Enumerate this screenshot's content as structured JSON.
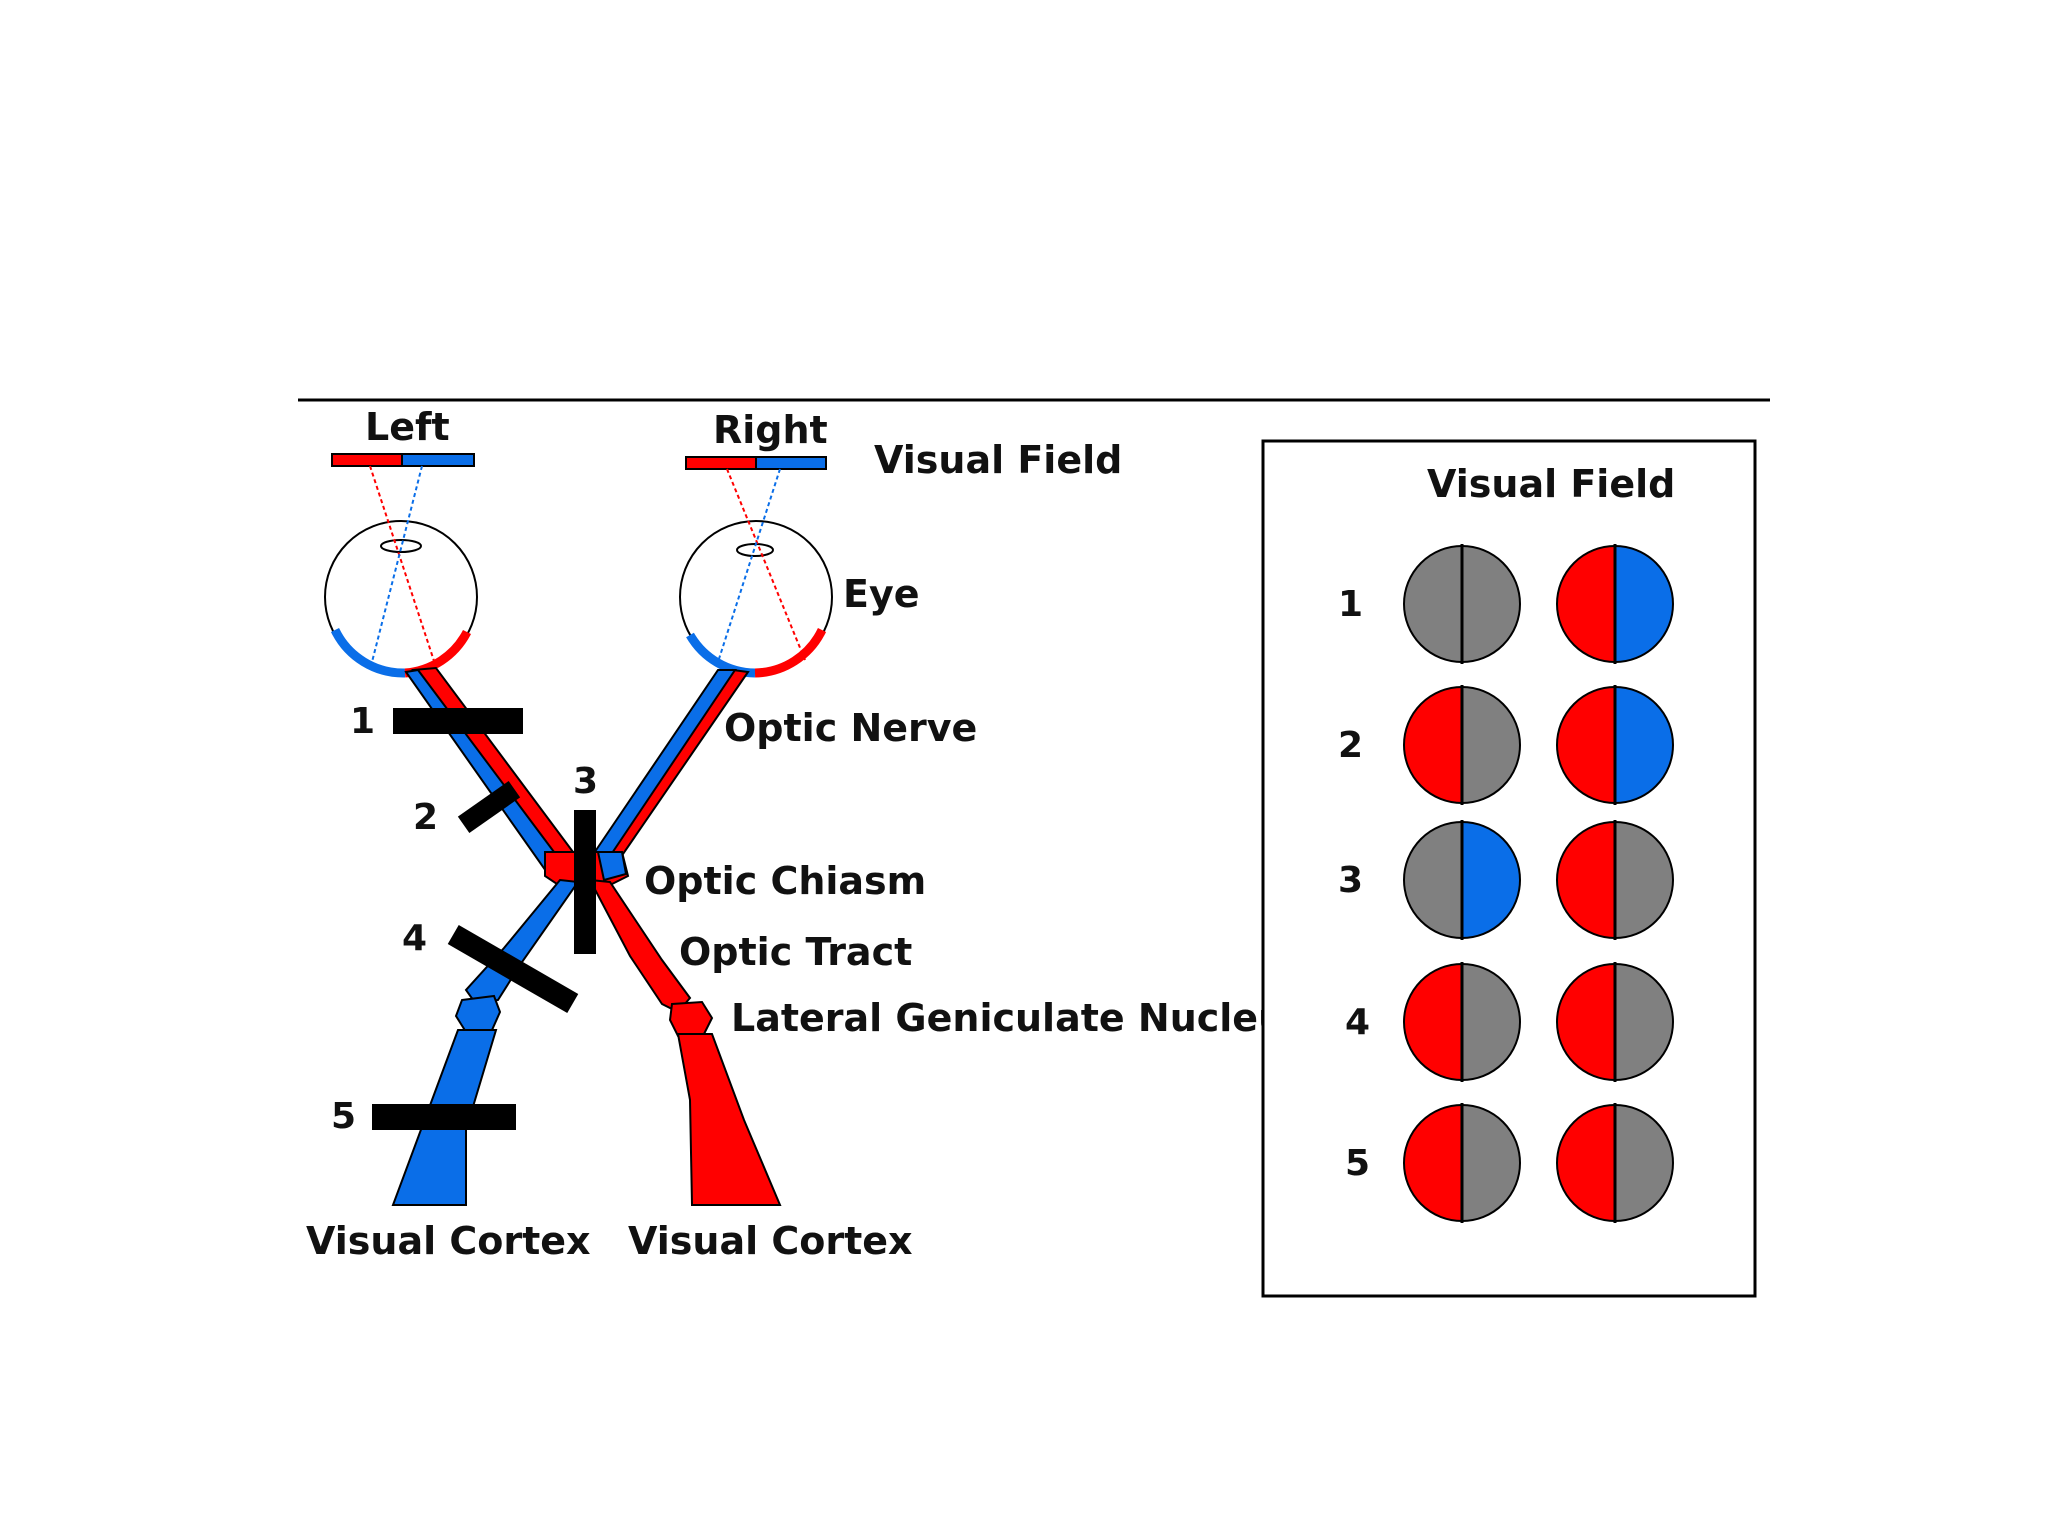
{
  "colors": {
    "red": "#ff0000",
    "blue": "#0a6ee8",
    "gray": "#808080",
    "black": "#000000"
  },
  "left_field_label": "Left",
  "right_field_label": "Right",
  "visual_field_label": "Visual Field",
  "eye_label": "Eye",
  "optic_nerve_label": "Optic Nerve",
  "optic_chiasm_label": "Optic Chiasm",
  "optic_tract_label": "Optic Tract",
  "lgn_label": "Lateral Geniculate Nucleus",
  "visual_cortex_left": "Visual Cortex",
  "visual_cortex_right": "Visual Cortex",
  "lesion_numbers": [
    "1",
    "2",
    "3",
    "4",
    "5"
  ],
  "deficit_panel": {
    "title": "Visual Field",
    "rows": [
      {
        "label": "1",
        "left_eye": [
          "gray",
          "gray"
        ],
        "right_eye": [
          "red",
          "blue"
        ]
      },
      {
        "label": "2",
        "left_eye": [
          "red",
          "gray"
        ],
        "right_eye": [
          "red",
          "blue"
        ]
      },
      {
        "label": "3",
        "left_eye": [
          "gray",
          "blue"
        ],
        "right_eye": [
          "red",
          "gray"
        ]
      },
      {
        "label": "4",
        "left_eye": [
          "red",
          "gray"
        ],
        "right_eye": [
          "red",
          "gray"
        ]
      },
      {
        "label": "5",
        "left_eye": [
          "red",
          "gray"
        ],
        "right_eye": [
          "red",
          "gray"
        ]
      }
    ]
  }
}
